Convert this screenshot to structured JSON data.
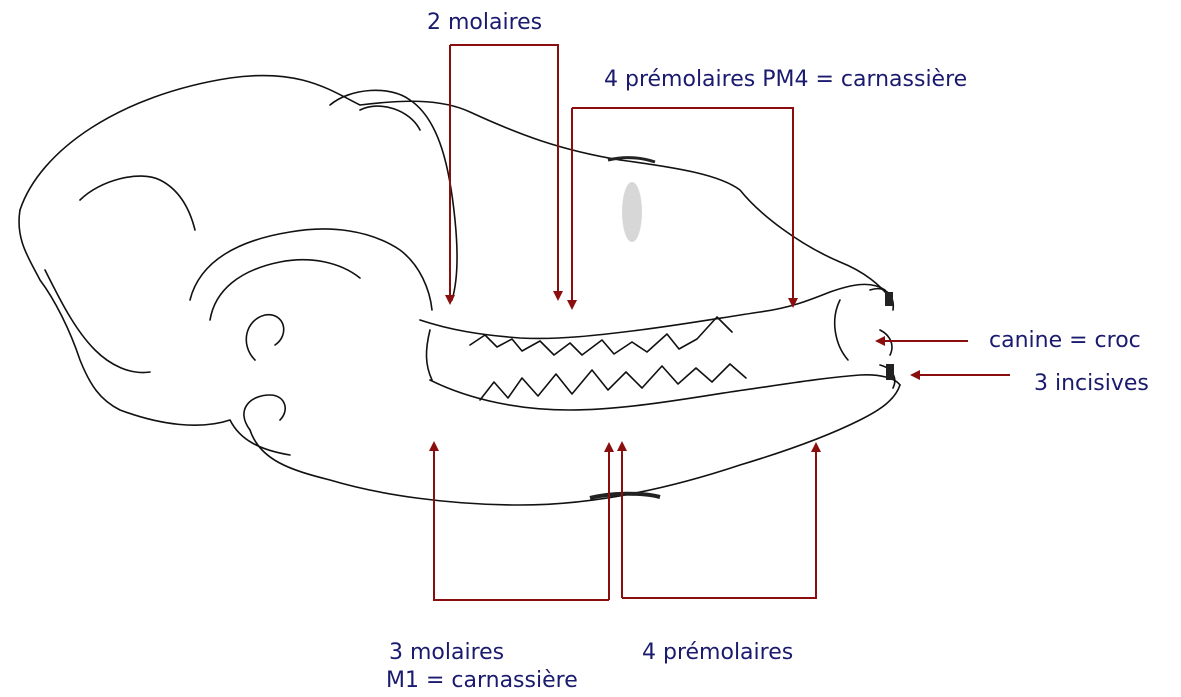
{
  "labels": {
    "upper_molars": "2 molaires",
    "upper_premolars": "4 prémolaires PM4 = carnassière",
    "canine": "canine = croc",
    "incisors": "3 incisives",
    "lower_molars": "3 molaires",
    "lower_carnassial": "M1 = carnassière",
    "lower_premolars": "4 prémolaires"
  },
  "colors": {
    "arrow": "#8b0e0e",
    "text": "#1a1a6e",
    "drawing": "#111111"
  }
}
